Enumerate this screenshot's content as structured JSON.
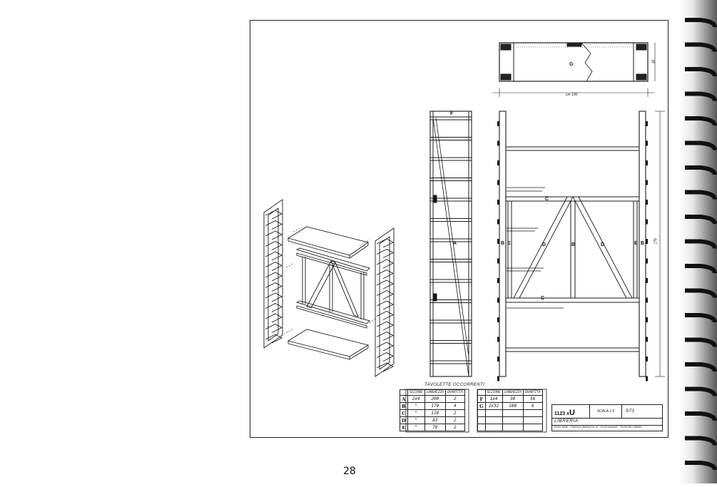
{
  "page": {
    "number": "28"
  },
  "drawing": {
    "section_labels": {
      "A": "A",
      "B": "B",
      "C": "C",
      "D": "D",
      "E": "E",
      "F": "F",
      "G": "G"
    },
    "dimensions": {
      "width": "cm 190",
      "height": "179",
      "depth": "30"
    },
    "parts_caption": "TAVOLETTE OCCORRENTI",
    "parts_table_left": {
      "headers": [
        "",
        "SEZIONE",
        "LUNGHEZZA",
        "QUANTITÀ"
      ],
      "rows": [
        {
          "key": "A",
          "sezione": "2x4",
          "lunghezza": "200",
          "quantita": "2"
        },
        {
          "key": "B",
          "sezione": "\"",
          "lunghezza": "179",
          "quantita": "4"
        },
        {
          "key": "C",
          "sezione": "\"",
          "lunghezza": "110",
          "quantita": "2"
        },
        {
          "key": "D",
          "sezione": "\"",
          "lunghezza": "83",
          "quantita": "2"
        },
        {
          "key": "E",
          "sezione": "\"",
          "lunghezza": "79",
          "quantita": "2"
        }
      ]
    },
    "parts_table_right": {
      "headers": [
        "",
        "SEZIONE",
        "LUNGHEZZA",
        "QUANTITÀ"
      ],
      "rows": [
        {
          "key": "F",
          "sezione": "1x4",
          "lunghezza": "30",
          "quantita": "56"
        },
        {
          "key": "G",
          "sezione": "2x32",
          "lunghezza": "100",
          "quantita": "6"
        },
        {
          "key": "",
          "sezione": "",
          "lunghezza": "",
          "quantita": ""
        },
        {
          "key": "",
          "sezione": "",
          "lunghezza": "",
          "quantita": ""
        },
        {
          "key": "",
          "sezione": "",
          "lunghezza": "",
          "quantita": ""
        }
      ]
    },
    "title_block": {
      "code_prefix": "1123 x",
      "code_suffix": "U",
      "scale": "SCALA 1:5",
      "date": "5/73",
      "name": "LIBRERIA",
      "address": "ENZO MARI · PIAZZALE BARACCA 10 · 20123 MILANO · TELEFONO 486950"
    }
  }
}
